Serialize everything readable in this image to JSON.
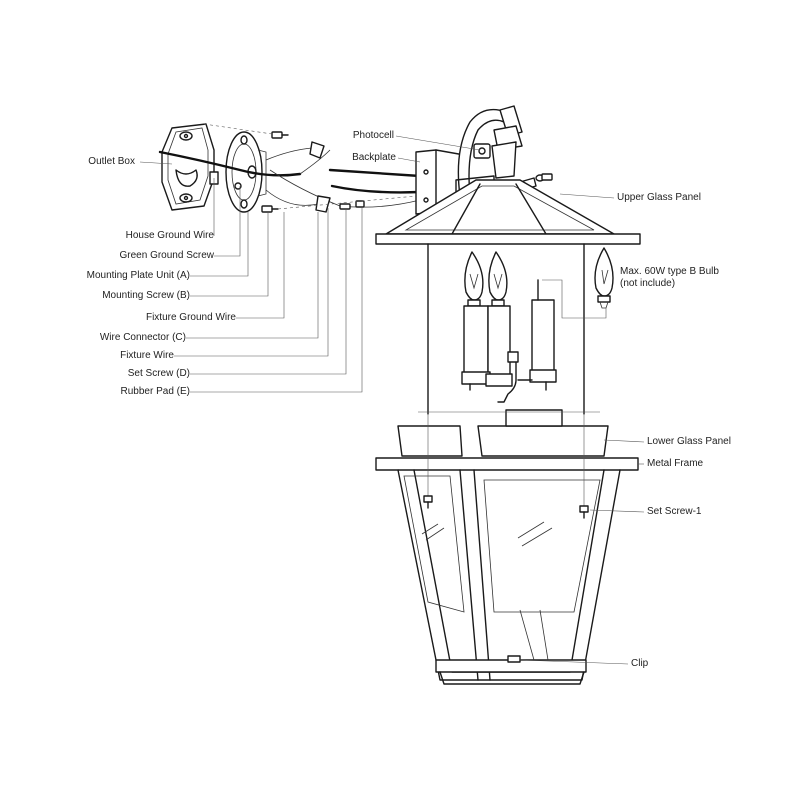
{
  "labels": {
    "outlet_box": "Outlet Box",
    "house_ground_wire": "House Ground Wire",
    "green_ground_screw": "Green Ground Screw",
    "mounting_plate_unit": "Mounting Plate Unit (A)",
    "mounting_screw": "Mounting Screw (B)",
    "fixture_ground_wire": "Fixture Ground Wire",
    "wire_connector": "Wire Connector (C)",
    "fixture_wire": "Fixture Wire",
    "set_screw": "Set Screw (D)",
    "rubber_pad": "Rubber Pad (E)",
    "photocell": "Photocell",
    "backplate": "Backplate",
    "upper_glass_panel": "Upper Glass Panel",
    "bulb_line1": "Max. 60W type B Bulb",
    "bulb_line2": "(not include)",
    "lower_glass_panel": "Lower Glass Panel",
    "metal_frame": "Metal Frame",
    "set_screw_1": "Set Screw-1",
    "clip": "Clip"
  },
  "colors": {
    "line": "#1a1a1a",
    "text": "#222222",
    "background": "#ffffff"
  }
}
